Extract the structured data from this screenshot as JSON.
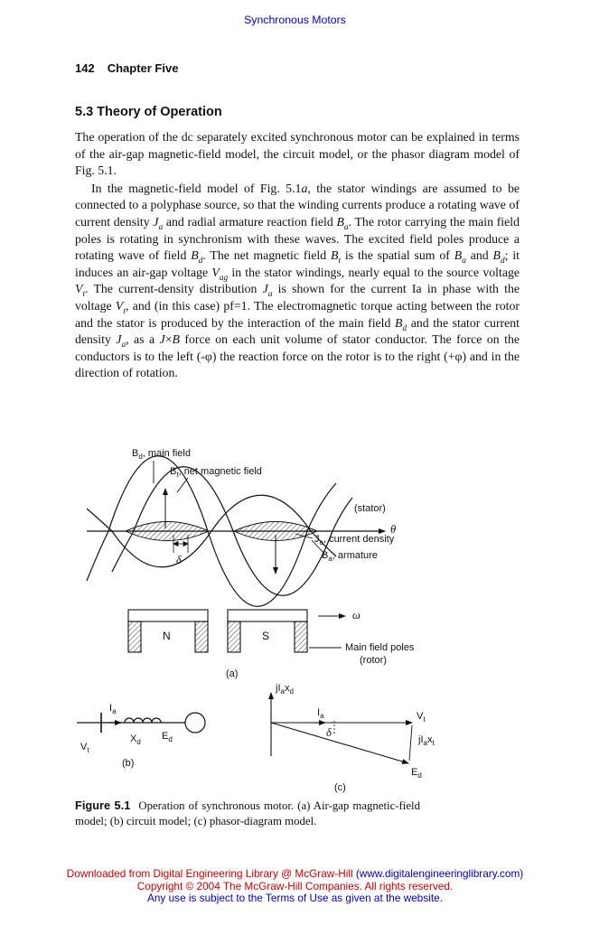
{
  "colors": {
    "link_blue": "#0000cc",
    "footer_red": "#cc0000",
    "ink": "#111111"
  },
  "running_head": "Synchronous Motors",
  "header": {
    "page_number": "142",
    "chapter": "Chapter Five"
  },
  "section": {
    "heading": "5.3 Theory of Operation"
  },
  "body": {
    "para1_html": "The operation of the dc separately excited synchronous motor can be explained in terms of the air-gap magnetic-field model, the circuit model, or the phasor diagram model of Fig. 5.1.",
    "para2_html": "In the magnetic-field model of Fig. 5.1<i>a</i>, the stator windings are assumed to be connected to a polyphase source, so that the winding currents produce a rotating wave of current density <i>J</i><sub><i>a</i></sub> and radial armature reaction field <i>B</i><sub><i>a</i></sub>. The rotor carrying the main field poles is rotating in synchronism with these waves. The excited field poles produce a rotating wave of field <i>B</i><sub><i>d</i></sub>. The net magnetic field <i>B</i><sub><i>t</i></sub> is the spatial sum of <i>B</i><sub><i>a</i></sub> and <i>B</i><sub><i>d</i></sub>; it induces an air-gap voltage <i>V</i><sub><i>ag</i></sub> in the stator windings, nearly equal to the source voltage <i>V</i><sub><i>t</i></sub>. The current-density distribution <i>J</i><sub><i>a</i></sub> is shown for the current Ia in phase with the voltage <i>V</i><sub><i>t</i></sub>, and (in this case) pf=1. The electromagnetic torque acting between the rotor and the stator is produced by the interaction of the main field <i>B</i><sub><i>d</i></sub> and the stator current density <i>J</i><sub><i>a</i></sub>, as a <i>J</i>×<i>B</i> force on each unit volume of stator conductor. The force on the conductors is to the left (-φ) the reaction force on the rotor is to the right (+φ) and in the direction of rotation."
  },
  "figure": {
    "labels": {
      "bd_main": "B<sub>d</sub>, main field",
      "bt_net": "B<sub>t</sub>, net magnetic field",
      "stator": "(stator)",
      "theta": "θ",
      "ja_current": "J<sub>a</sub>, current density",
      "ba_armature": "B<sub>a</sub>, armature",
      "delta_a": "δ",
      "pole_n": "N",
      "pole_s": "S",
      "omega": "ω",
      "main_poles": "Main field poles",
      "rotor": "(rotor)",
      "part_a": "(a)",
      "ia_b": "I<sub>a</sub>",
      "xd_b": "X<sub>d</sub>",
      "ed_b": "E<sub>d</sub>",
      "vt_b": "V<sub>t</sub>",
      "part_b": "(b)",
      "jiaxd_c": "jI<sub>a</sub>x<sub>d</sub>",
      "ia_c": "I<sub>a</sub>",
      "vt_c": "V<sub>t</sub>",
      "delta_c": "δ",
      "jiaxt_c": "jI<sub>a</sub>x<sub>t</sub>",
      "ed_c": "E<sub>d</sub>",
      "part_c": "(c)"
    },
    "caption_label": "Figure 5.1",
    "caption_html": "Operation of synchronous motor. (a) Air-gap magnetic-field model; (b) circuit model; (c) phasor-diagram model."
  },
  "footer": {
    "line1_text": "Downloaded from Digital Engineering Library @ McGraw-Hill ",
    "line1_link": "(www.digitalengineeringlibrary.com)",
    "line2": "Copyright © 2004 The McGraw-Hill Companies. All rights reserved.",
    "line3": "Any use is subject to the Terms of Use as given at the website."
  }
}
